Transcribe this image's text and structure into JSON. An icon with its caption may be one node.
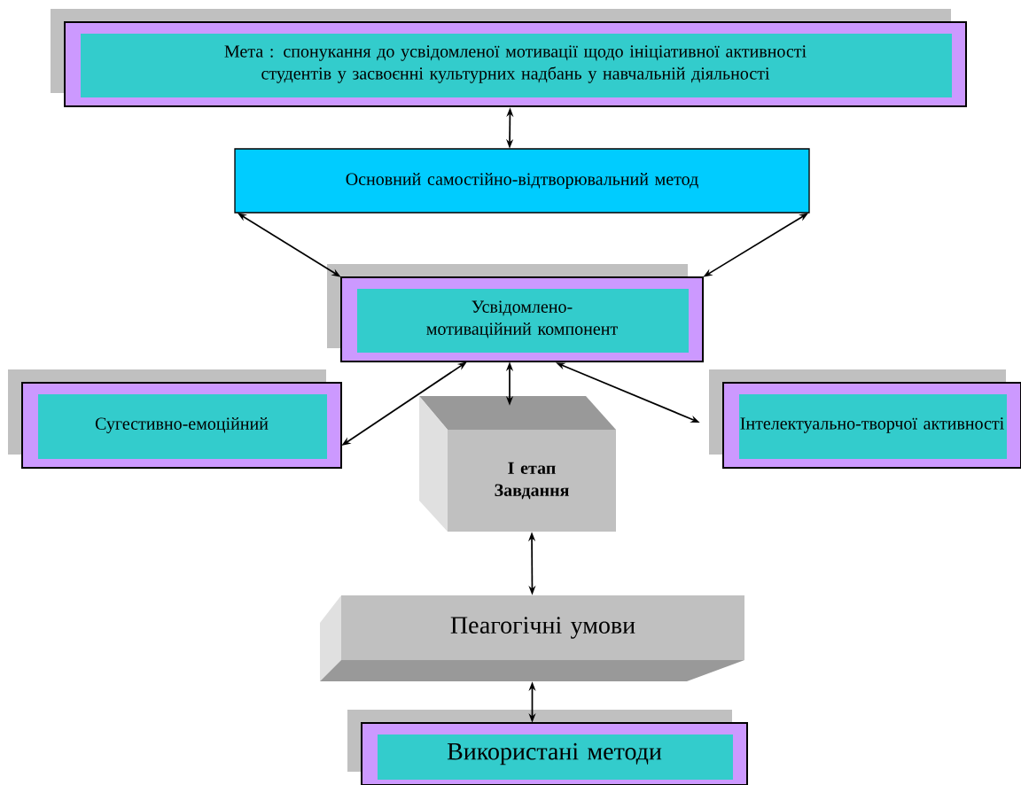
{
  "diagram": {
    "nodes": [
      {
        "text": [
          "Мета : спонукання до усвідомленої мотивації щодо ініціативної активності студентів у засвоєнні культурних надбань у навчальній діяльності"
        ]
      },
      {
        "text": [
          "Основний самостійно-відтворювальний метод"
        ]
      },
      {
        "text": [
          "Усвідомлено-мотиваційний компонент"
        ]
      },
      {
        "text": [
          "Сугестивно-емоційний"
        ]
      },
      {
        "text": [
          "Інтелектуально-творчої активності"
        ]
      },
      {
        "text": [
          "I етап Завдання"
        ]
      },
      {
        "text": [
          "Пеагогічні умови"
        ]
      },
      {
        "text": [
          "Використані методи"
        ]
      }
    ],
    "edges": [
      {
        "from": 0,
        "to": 1,
        "arrow": "both"
      },
      {
        "from": 1,
        "to": 2,
        "arrow": "both"
      },
      {
        "from": 1,
        "to": 2,
        "arrow": "both"
      },
      {
        "from": 2,
        "to": 3,
        "arrow": "both"
      },
      {
        "from": 2,
        "to": 5,
        "arrow": "both"
      },
      {
        "from": 2,
        "to": 4,
        "arrow": "both"
      },
      {
        "from": 5,
        "to": 6,
        "arrow": "both"
      },
      {
        "from": 6,
        "to": 7,
        "arrow": "both"
      }
    ]
  }
}
